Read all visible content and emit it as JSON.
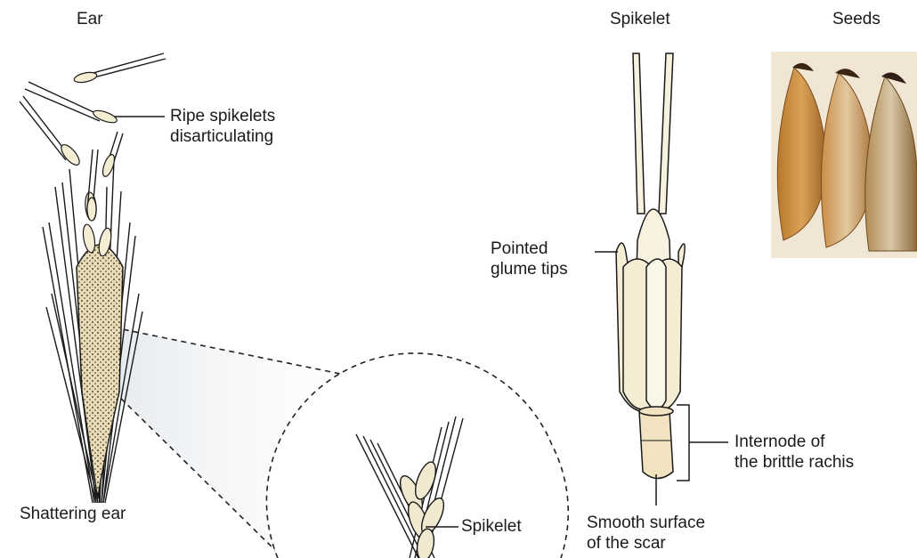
{
  "headings": {
    "ear": "Ear",
    "spikelet": "Spikelet",
    "seeds": "Seeds"
  },
  "labels": {
    "ripe_spikelets": [
      "Ripe spikelets",
      "disarticulating"
    ],
    "shattering_ear": "Shattering ear",
    "spikelet_detail": "Spikelet",
    "pointed_glume_tips": [
      "Pointed",
      "glume tips"
    ],
    "internode": [
      "Internode of",
      "the brittle rachis"
    ],
    "smooth_surface": [
      "Smooth surface",
      "of the scar"
    ]
  },
  "colors": {
    "ink": "#1a1a1a",
    "husk": "#f3ecd2",
    "grain_shade": "#d9c79a",
    "seed_light": "#c9913c",
    "seed_dark": "#7a4d1c"
  }
}
